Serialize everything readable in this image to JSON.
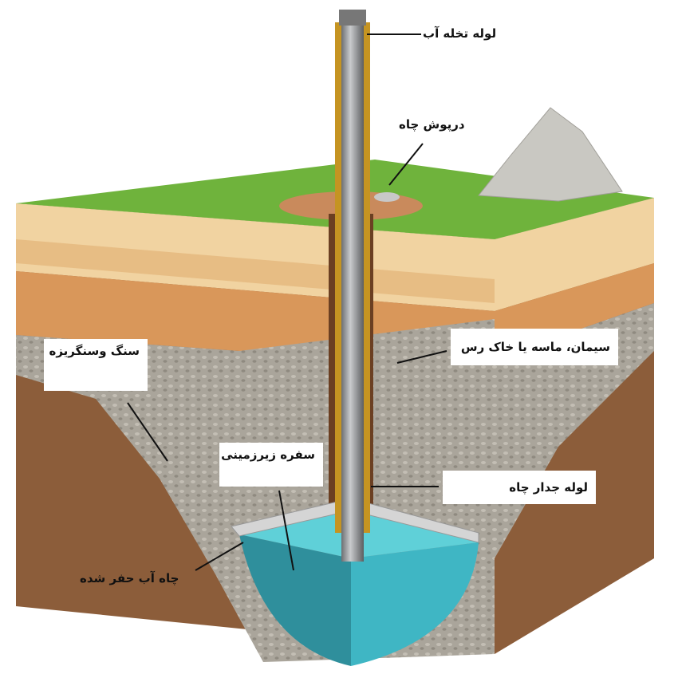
{
  "labels": {
    "outlet_pipe": "لوله تخله آب",
    "well_cap": "درپوش چاه",
    "grout": "سیمان، ماسه یا خاک رس",
    "gravel": "سنگ وسنگریزه",
    "aquifer": "سفره زیرزمینی",
    "casing": "لوله جدار چاه",
    "drilled_well": "چاه آب حفر شده"
  },
  "colors": {
    "grass": "#6fb33c",
    "sand_light": "#f1d3a1",
    "sand_orange": "#d9975a",
    "gravel": "#a9a49a",
    "clay": "#8c5d3a",
    "water": "#3fb6c4"
  }
}
